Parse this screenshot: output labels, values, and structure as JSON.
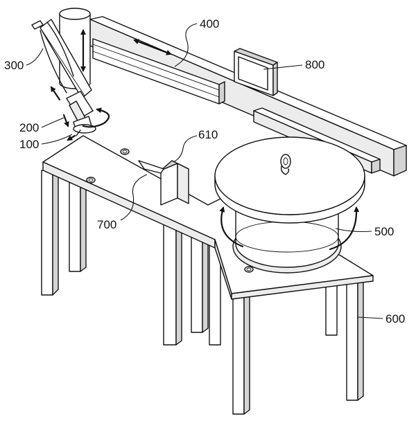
{
  "labels": {
    "l100": "100",
    "l200": "200",
    "l300": "300",
    "l400": "400",
    "l500": "500",
    "l600": "600",
    "l610": "610",
    "l700": "700",
    "l800": "800"
  }
}
